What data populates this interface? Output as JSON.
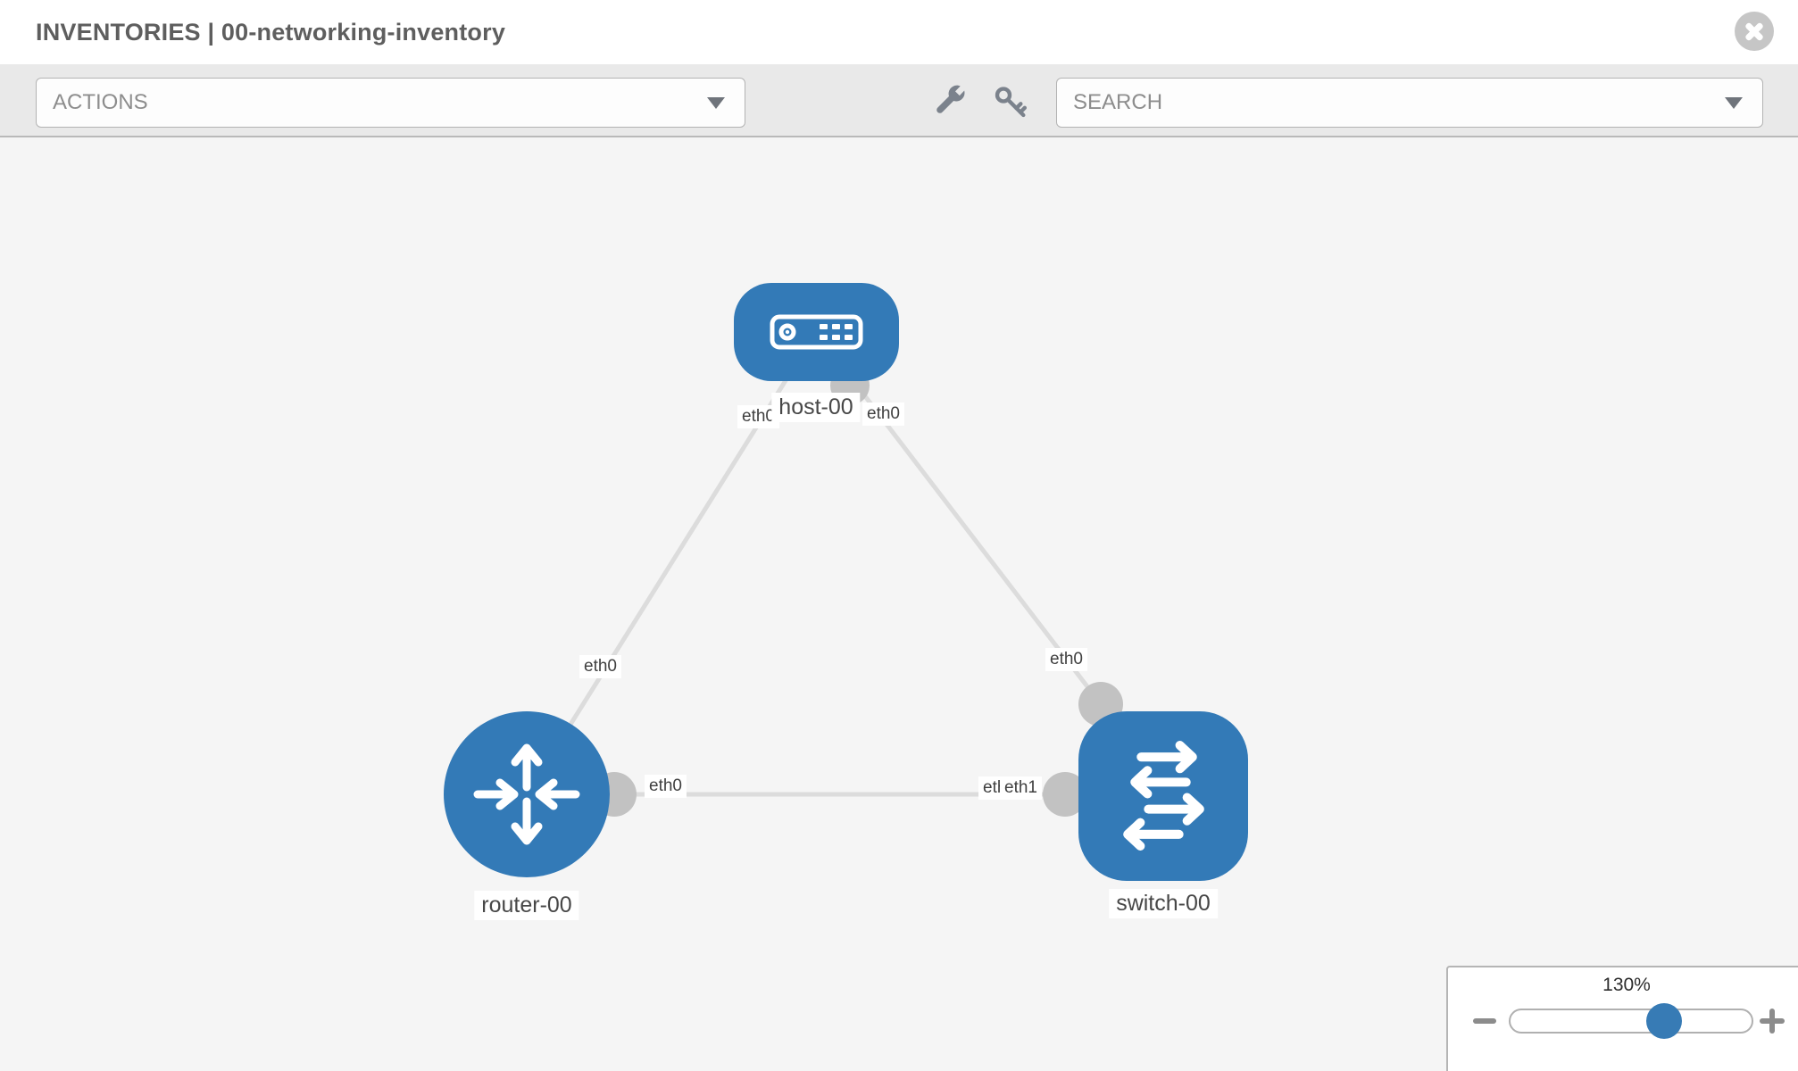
{
  "header": {
    "title": "INVENTORIES | 00-networking-inventory"
  },
  "toolbar": {
    "actions_label": "ACTIONS",
    "search_label": "SEARCH"
  },
  "icons": {
    "close": "close-icon",
    "wrench": "wrench-icon",
    "key": "key-icon",
    "dropdown": "chevron-down-icon",
    "zoom_out": "minus-icon",
    "zoom_in": "plus-icon",
    "host": "host-icon",
    "router": "router-icon",
    "switch": "switch-icon"
  },
  "topology": {
    "nodes": [
      {
        "name": "host-00",
        "type": "host"
      },
      {
        "name": "router-00",
        "type": "router"
      },
      {
        "name": "switch-00",
        "type": "switch"
      }
    ],
    "links": [
      {
        "source": "host-00",
        "source_interface": "eth0",
        "target": "router-00",
        "target_interface": "eth0"
      },
      {
        "source": "host-00",
        "source_interface": "eth0",
        "target": "switch-00",
        "target_interface": "eth0"
      },
      {
        "source": "router-00",
        "source_interface": "eth0",
        "target": "switch-00",
        "target_interface": "eth1",
        "overlapped_label": "eth0"
      }
    ]
  },
  "zoom_control": {
    "level": "130%"
  },
  "colors": {
    "node_blue": "#337ab7",
    "handle_blue": "#377bb5",
    "link_gray": "#dcdcdc",
    "connector_gray": "#c2c2c2"
  }
}
